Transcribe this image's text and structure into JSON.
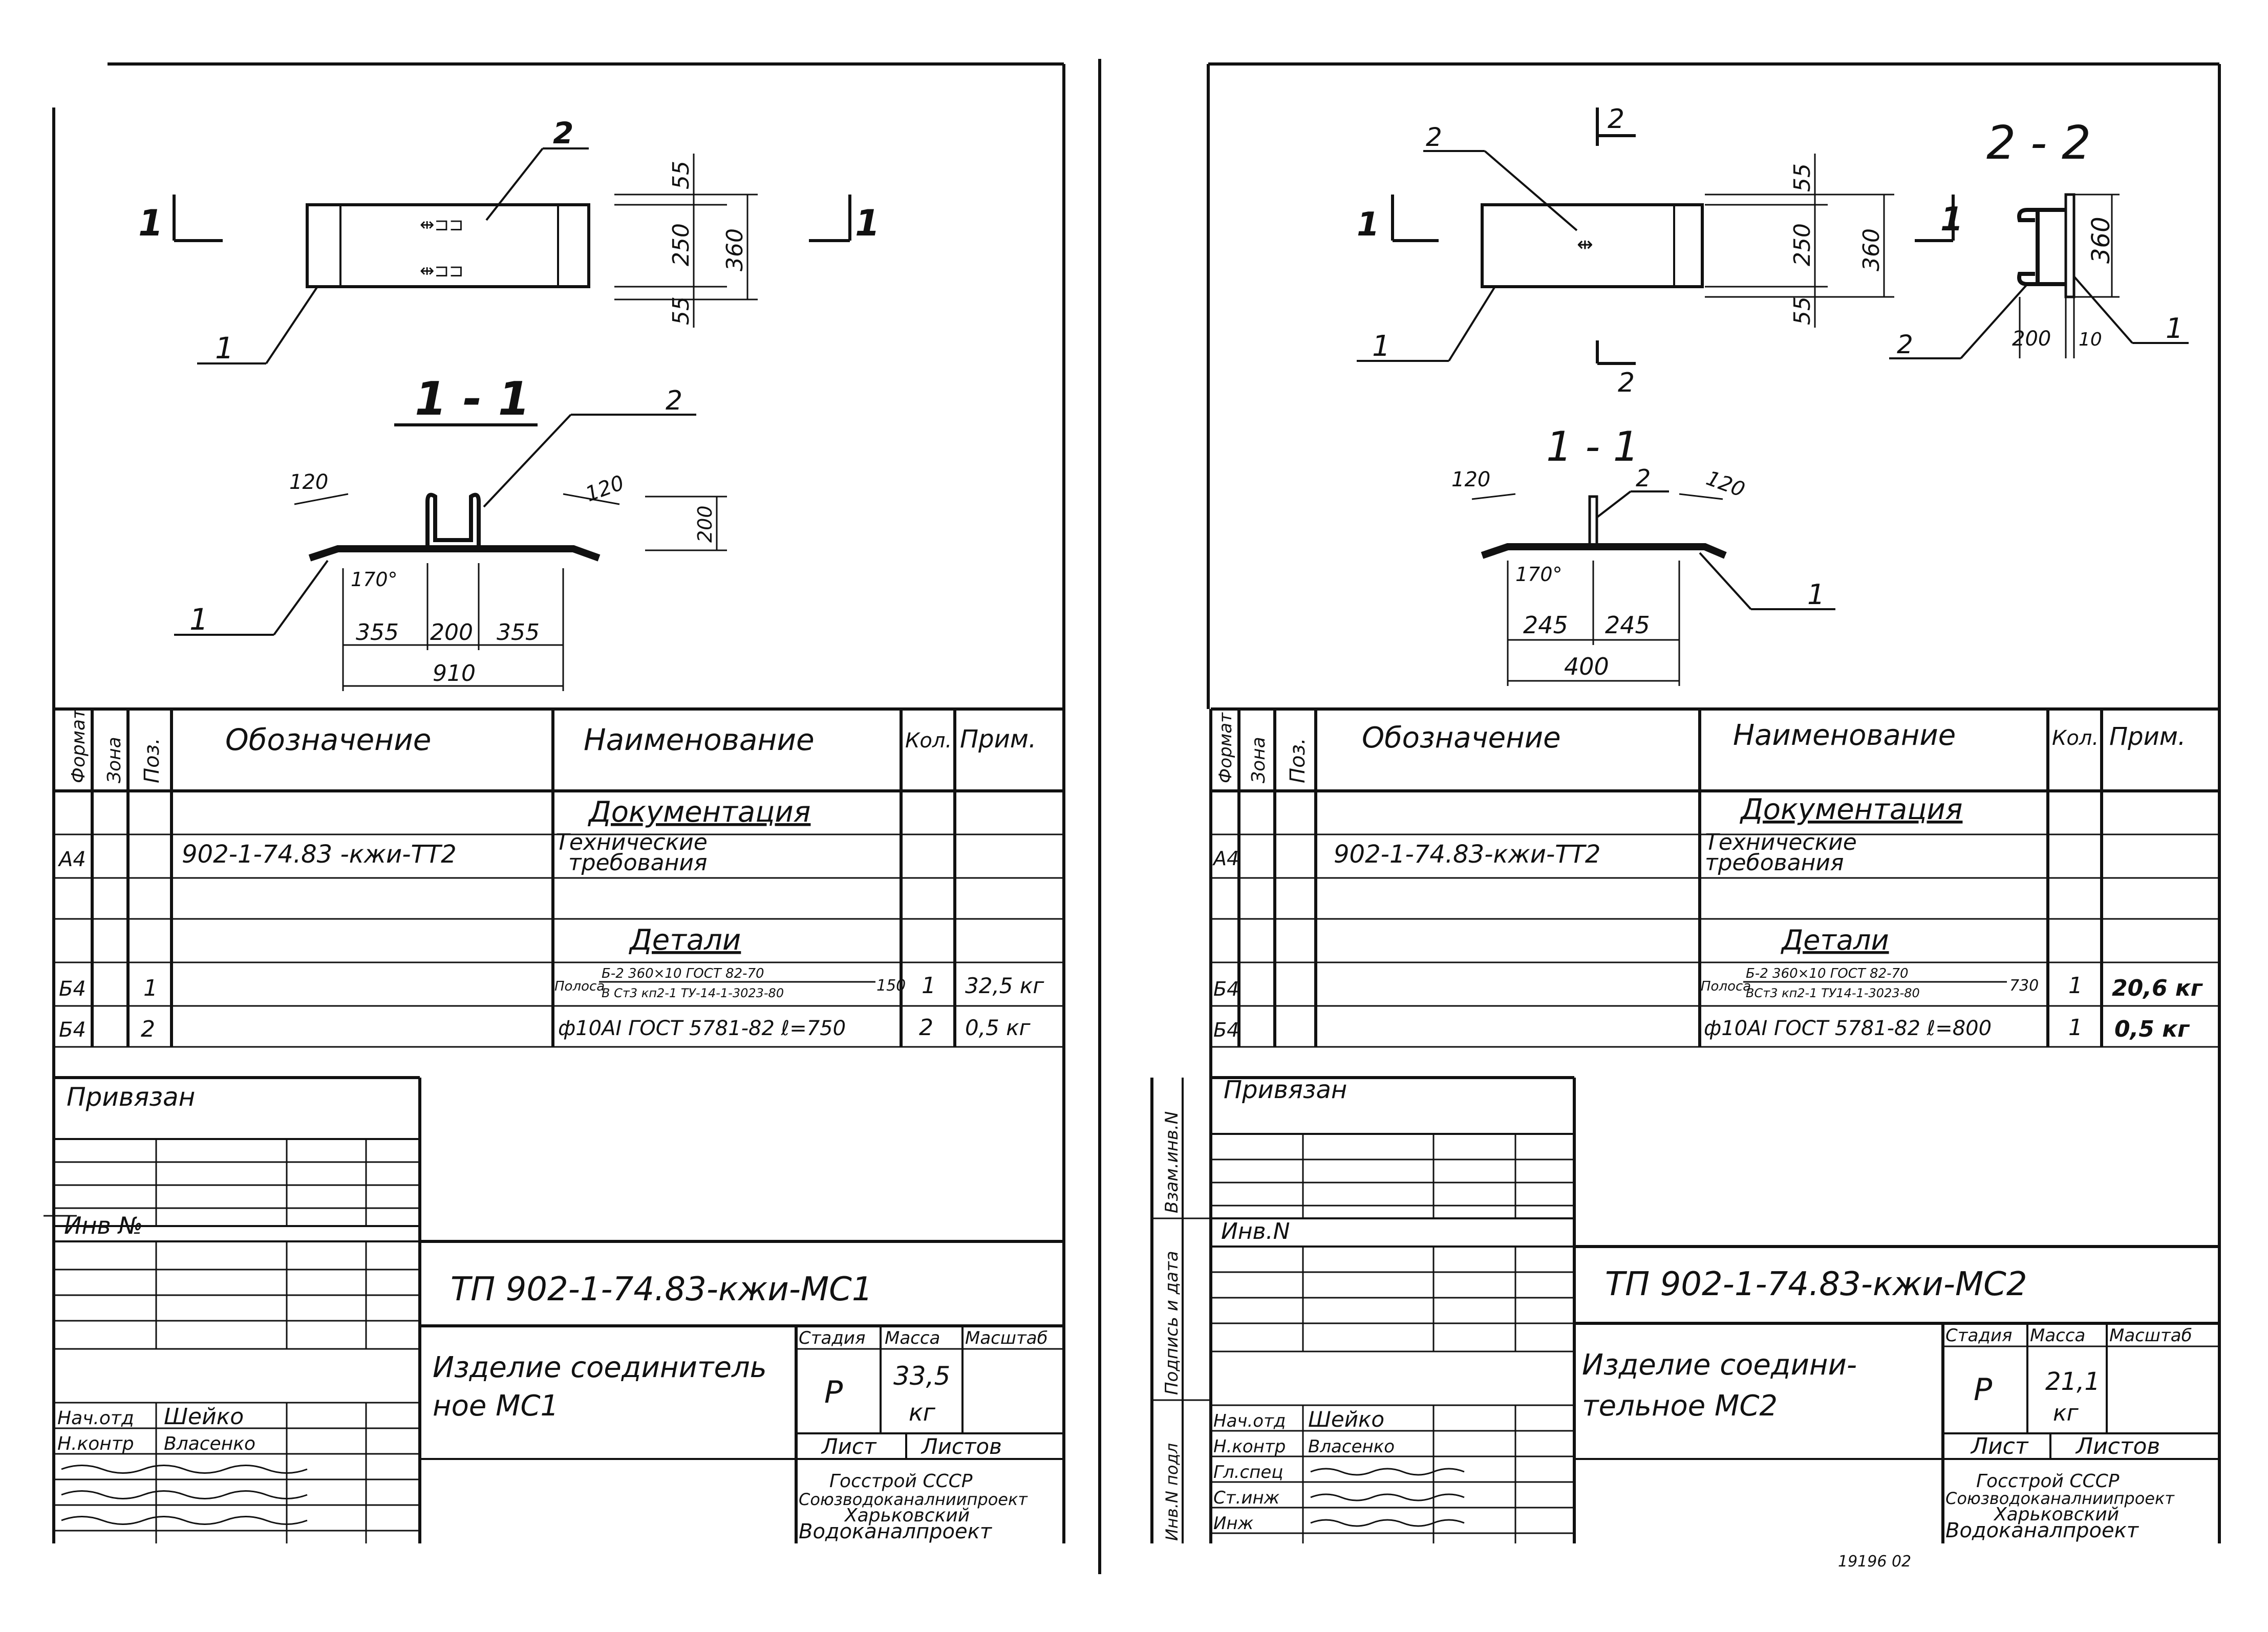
{
  "sheets": [
    {
      "id": "mc1",
      "plan": {
        "section_mark": "1",
        "pos_part": "1",
        "pos_bar": "2",
        "dims": [
          "55",
          "250",
          "55",
          "360"
        ]
      },
      "section": {
        "title": "1 - 1",
        "pos_bar": "2",
        "pos_part": "1",
        "dims": [
          "120",
          "120",
          "200",
          "170°",
          "355",
          "200",
          "355",
          "910"
        ]
      },
      "spec": {
        "headers": [
          "Формат",
          "Зона",
          "Поз.",
          "Обозначение",
          "Наименование",
          "Кол.",
          "Прим."
        ],
        "section_docs": "Документация",
        "doc_format": "A4",
        "doc_code": "902-1-74.83 -кжи-ТТ2",
        "doc_name_1": "Технические",
        "doc_name_2": "требования",
        "section_parts": "Детали",
        "rows": [
          {
            "format": "Б4",
            "pos": "1",
            "name_prefix": "Полоса",
            "fraction_top": "Б-2 360×10 ГОСТ 82-70",
            "fraction_bottom": "В Ст3 кп2-1 ТУ-14-1-3023-80",
            "length": "150",
            "qty": "1",
            "note": "32,5 кг"
          },
          {
            "format": "Б4",
            "pos": "2",
            "name": "ф10АI ГОСТ 5781-82 ℓ=750",
            "qty": "2",
            "note": "0,5 кг"
          }
        ]
      },
      "title_block": {
        "privyazan": "Привязан",
        "inv_no": "Инв №",
        "code": "ТП 902-1-74.83-кжи-МС1",
        "product_name_1": "Изделие соединитель",
        "product_name_2": "ное  МС1",
        "stage_label": "Стадия",
        "mass_label": "Масса",
        "scale_label": "Масштаб",
        "stage": "Р",
        "mass_1": "33,5",
        "mass_2": "кг",
        "sheet_label": "Лист",
        "sheets_label": "Листов",
        "org_1": "Госстрой СССР",
        "org_2": "Союзводоканалниипроект",
        "org_3": "Харьковский",
        "org_4": "Водоканалпроект",
        "signers": [
          {
            "role": "Нач.отд",
            "name": "Шейко"
          },
          {
            "role": "Н.контр",
            "name": "Власенко"
          }
        ]
      }
    },
    {
      "id": "mc2",
      "plan": {
        "section_mark": "1",
        "cut_mark": "2",
        "pos_part": "1",
        "pos_bar": "2",
        "dims": [
          "55",
          "250",
          "55",
          "360"
        ]
      },
      "view22": {
        "title": "2 - 2",
        "pos_bar": "2",
        "pos_part": "1",
        "dims": [
          "360",
          "200",
          "10"
        ]
      },
      "section": {
        "title": "1 - 1",
        "pos_bar": "2",
        "pos_part": "1",
        "dims": [
          "120",
          "120",
          "170°",
          "245",
          "245",
          "400"
        ]
      },
      "spec": {
        "headers": [
          "Формат",
          "Зона",
          "Поз.",
          "Обозначение",
          "Наименование",
          "Кол.",
          "Прим."
        ],
        "section_docs": "Документация",
        "doc_format": "A4",
        "doc_code": "902-1-74.83-кжи-ТТ2",
        "doc_name_1": "Технические",
        "doc_name_2": "требования",
        "section_parts": "Детали",
        "rows": [
          {
            "format": "Б4",
            "pos": "",
            "name_prefix": "Полоса",
            "fraction_top": "Б-2 360×10 ГОСТ 82-70",
            "fraction_bottom": "ВСт3 кп2-1 ТУ14-1-3023-80",
            "length": "730",
            "qty": "1",
            "note": "20,6 кг"
          },
          {
            "format": "Б4",
            "pos": "",
            "name": "ф10АI ГОСТ 5781-82 ℓ=800",
            "qty": "1",
            "note": "0,5 кг"
          }
        ]
      },
      "title_block": {
        "privyazan": "Привязан",
        "inv_no": "Инв.N",
        "side_1": "Взам.инв.N",
        "side_2": "Подпись и дата",
        "side_3": "Инв.N подл",
        "code": "ТП 902-1-74.83-кжи-МС2",
        "product_name_1": "Изделие соедини-",
        "product_name_2": "тельное  МС2",
        "stage_label": "Стадия",
        "mass_label": "Масса",
        "scale_label": "Масштаб",
        "stage": "Р",
        "mass_1": "21,1",
        "mass_2": "кг",
        "sheet_label": "Лист",
        "sheets_label": "Листов",
        "org_1": "Госстрой СССР",
        "org_2": "Союзводоканалниипроект",
        "org_3": "Харьковский",
        "org_4": "Водоканалпроект",
        "signers": [
          {
            "role": "Нач.отд",
            "name": "Шейко"
          },
          {
            "role": "Н.контр",
            "name": "Власенко"
          },
          {
            "role": "Гл.спец",
            "name": ""
          },
          {
            "role": "Ст.инж",
            "name": ""
          },
          {
            "role": "Инж",
            "name": ""
          }
        ]
      }
    }
  ],
  "footer_stamp": "19196  02"
}
